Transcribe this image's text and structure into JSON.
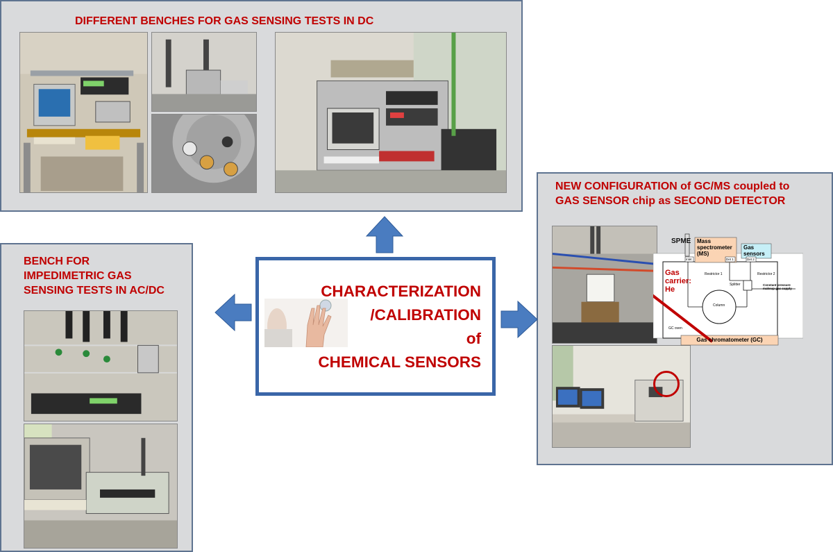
{
  "panels": {
    "dc_benches": {
      "title": "DIFFERENT BENCHES FOR GAS SENSING TESTS IN DC"
    },
    "acdc_bench": {
      "title": "BENCH FOR\nIMPEDIMETRIC GAS\nSENSING TESTS IN AC/DC"
    },
    "gcms_config": {
      "title": "NEW CONFIGURATION of GC/MS coupled to\nGAS SENSOR chip as SECOND DETECTOR"
    }
  },
  "center": {
    "lines": [
      "CHARACTERIZATION",
      "/CALIBRATION",
      "of",
      "CHEMICAL SENSORS"
    ]
  },
  "gc_diagram": {
    "spme": "SPME",
    "mass_spec": "Mass\nspectrometer\n(MS)",
    "gas_sensors": "Gas\nsensors",
    "gas_carrier": "Gas\ncarrier:\nHe",
    "inlet": "Inlet",
    "det1": "Det 1",
    "det2": "Det 2",
    "restrictor1": "Restrictor 1",
    "restrictor2": "Restrictor 2",
    "splitter": "Splitter",
    "constant_pressure": "Constant pressure\nmakeup gas supply",
    "column": "Column",
    "gc_oven": "GC oven",
    "gc_label": "Gas chromatometer (GC)"
  },
  "colors": {
    "title_red": "#c00000",
    "panel_gray": "#d9dadc",
    "panel_border": "#5e7390",
    "arrow_blue": "#4a7cc0",
    "center_border": "#3a66a8",
    "ms_box": "#fbd4b4",
    "sensor_box": "#c6eff7",
    "gc_box": "#fbd4b4"
  }
}
